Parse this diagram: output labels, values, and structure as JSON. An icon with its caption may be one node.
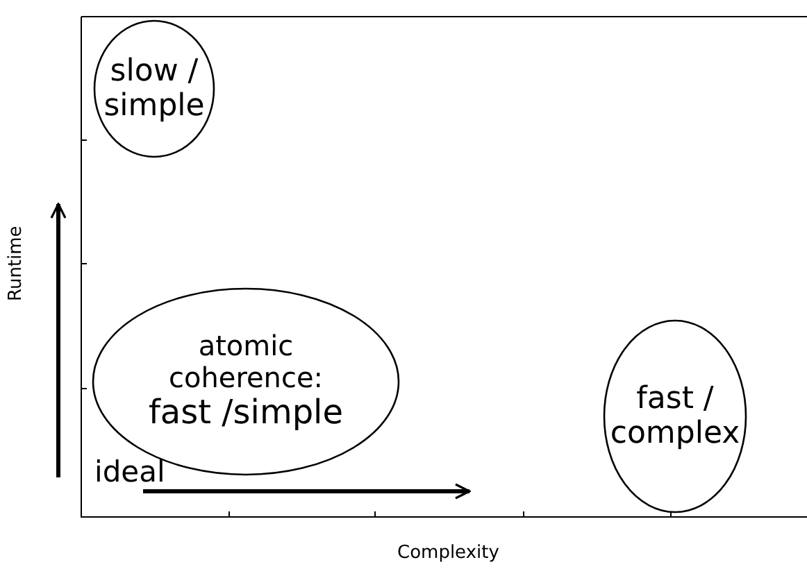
{
  "diagram": {
    "nodes": [
      {
        "text": [
          "slow / simple"
        ]
      },
      {
        "text": [
          "atomic coherence:",
          "fast /simple"
        ]
      },
      {
        "text": [
          "fast / complex"
        ]
      }
    ],
    "edges": [],
    "labels": [
      "Runtime",
      "ideal",
      "Complexity"
    ]
  }
}
